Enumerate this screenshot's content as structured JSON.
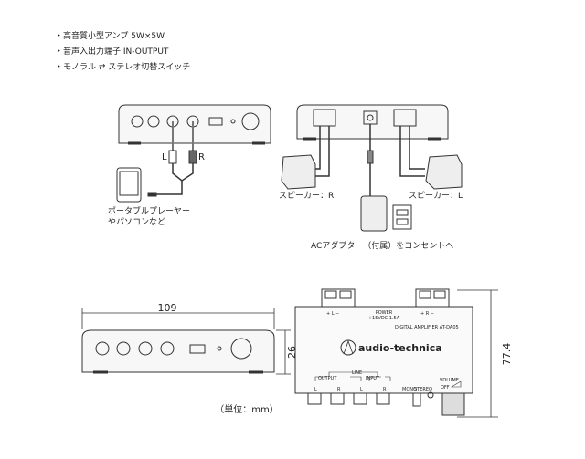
{
  "features": [
    "・高音質小型アンプ 5W×5W",
    "・音声入出力端子 IN-OUTPUT",
    "・モノラル ⇄ ステレオ切替スイッチ"
  ],
  "input_diagram": {
    "label_l": "L",
    "label_r": "R",
    "source_line1": "ポータブルプレーヤー",
    "source_line2": "やパソコンなど"
  },
  "output_diagram": {
    "speaker_r": "スピーカー：R",
    "speaker_l": "スピーカー：L",
    "adapter": "ACアダプター（付属）をコンセントへ"
  },
  "dimensions": {
    "width": "109",
    "height": "26",
    "depth": "77.4",
    "unit": "（単位：mm）"
  },
  "top_panel": {
    "term_l": "+  L  −",
    "term_r": "+  R  −",
    "power": "POWER",
    "power_spec": "+15VDC 1.5A",
    "model": "DIGITAL AMPLIFIER AT-DA05",
    "brand": "audio-technica",
    "line": "LINE",
    "output": "OUTPUT",
    "input": "INPUT",
    "l": "L",
    "r": "R",
    "mono": "MONO",
    "stereo": "STEREO",
    "volume": "VOLUME",
    "off": "OFF"
  }
}
